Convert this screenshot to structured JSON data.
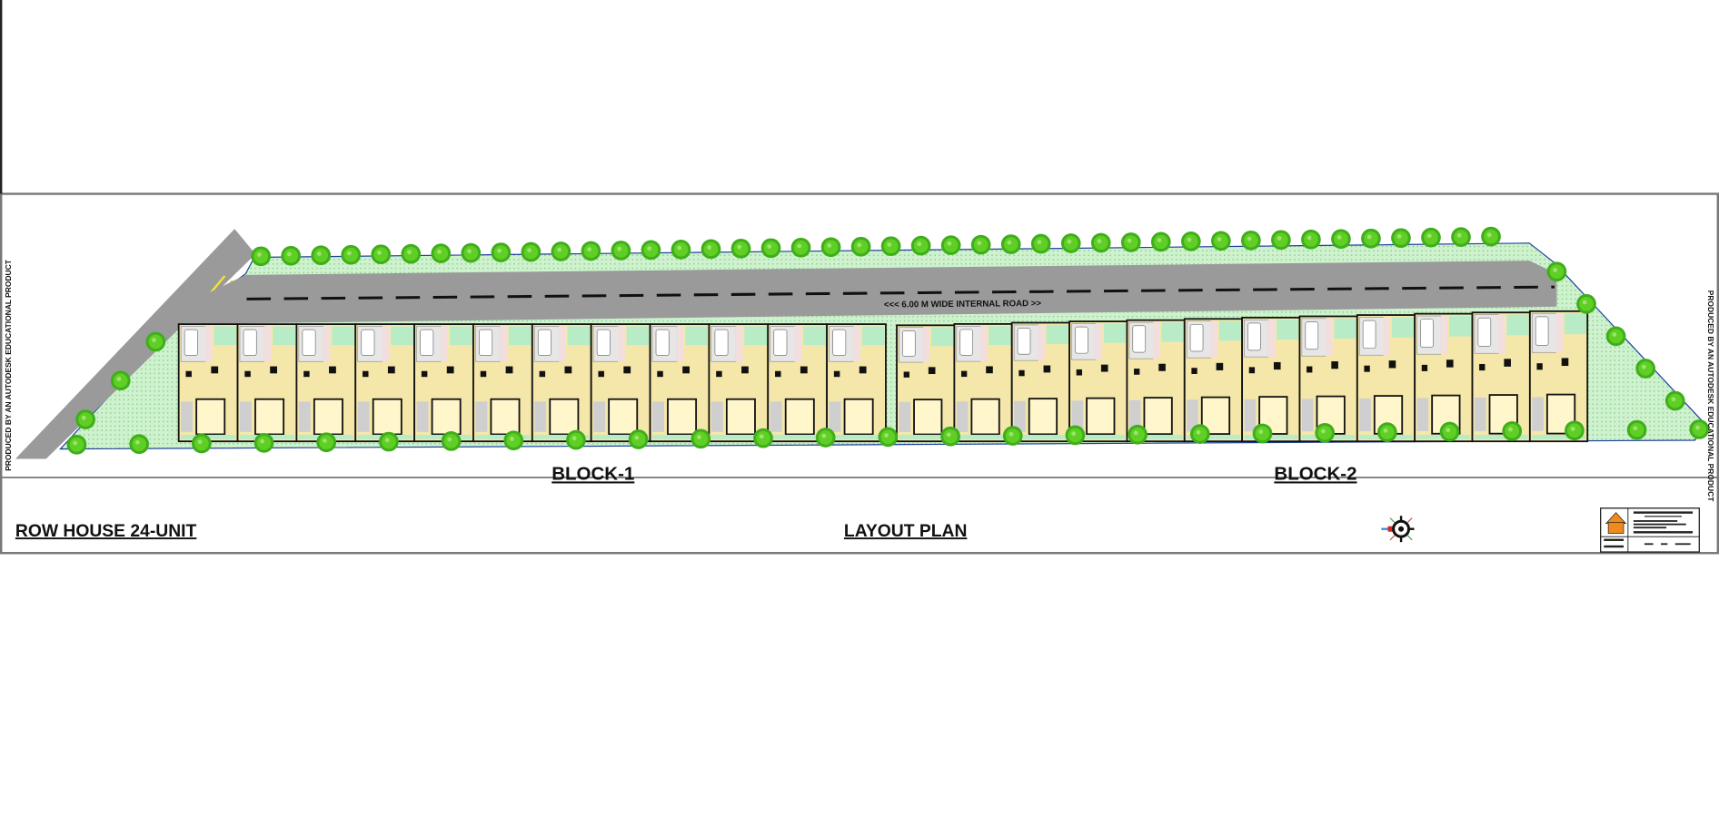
{
  "drawing": {
    "title": "ROW HOUSE 24-UNIT",
    "plan_title": "LAYOUT PLAN",
    "road_label": "<<< 6.00 M WIDE INTERNAL ROAD >>",
    "watermark": "PRODUCED BY AN AUTODESK EDUCATIONAL PRODUCT",
    "blocks": [
      {
        "label": "BLOCK-1",
        "units": 12
      },
      {
        "label": "BLOCK-2",
        "units": 12
      }
    ]
  },
  "colors": {
    "site_green": "#c9f0c9",
    "tree_green": "#5fcf25",
    "road_gray": "#9a9a9a",
    "house_beige": "#f5e7a9",
    "garage_gray": "#e6e6e6",
    "title_block_orange": "#f08a1c"
  }
}
